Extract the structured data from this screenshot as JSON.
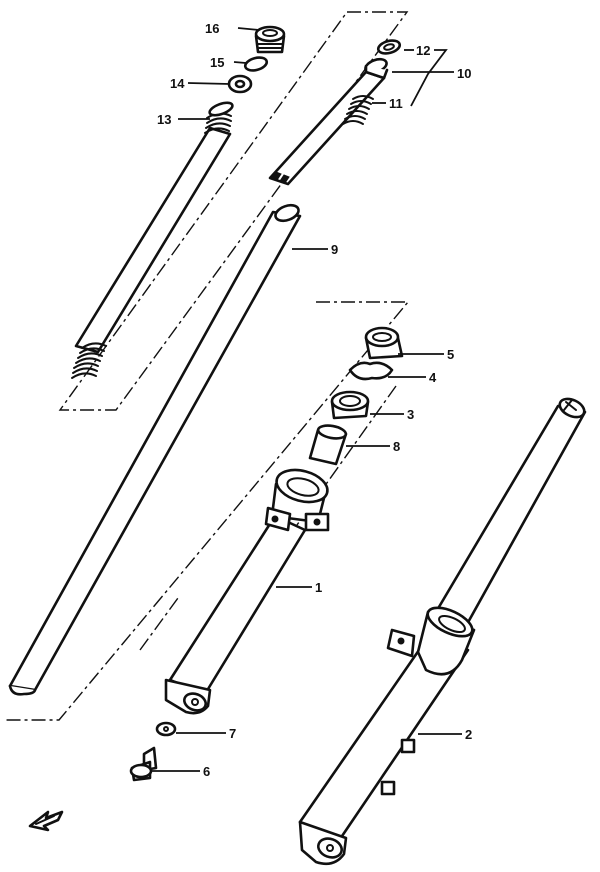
{
  "labels": {
    "p1": "1",
    "p2": "2",
    "p3": "3",
    "p4": "4",
    "p5": "5",
    "p6": "6",
    "p7": "7",
    "p8": "8",
    "p9": "9",
    "p10": "10",
    "p11": "11",
    "p12": "12",
    "p13": "13",
    "p14": "14",
    "p15": "15",
    "p16": "16"
  },
  "icons": {
    "direction": "front-arrow-icon"
  },
  "colors": {
    "ink": "#111111",
    "paper": "#ffffff"
  }
}
